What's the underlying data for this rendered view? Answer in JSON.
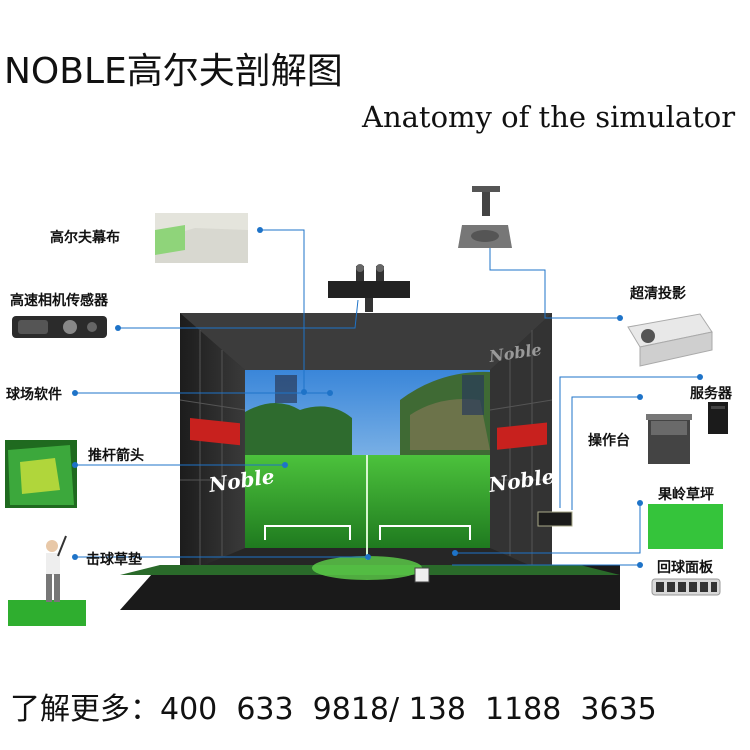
{
  "header": {
    "title": "NOBLE高尔夫剖解图",
    "subtitle": "Anatomy of the simulator"
  },
  "components": {
    "screen": "高尔夫幕布",
    "camera": "高速相机传感器",
    "software": "球场软件",
    "putting_arrow": "推杆箭头",
    "hitting_mat": "击球草垫",
    "projector": "超清投影",
    "server": "服务器",
    "console": "操作台",
    "fairway": "果岭草坪",
    "return_panel": "回球面板"
  },
  "brand": {
    "wall_logo_text": "Noble"
  },
  "footer": {
    "contact": "了解更多：400  633  9818/ 138  1188  3635"
  },
  "colors": {
    "leader": "#1e73c8",
    "dot": "#1e73c8",
    "enclosure": "#2b2b2b",
    "grass": "#2fae2f",
    "accent_red": "#c8211e"
  },
  "icons": {
    "screen": "screen-thumbnail-icon",
    "camera": "camera-sensor-icon",
    "projector": "projector-icon",
    "server": "server-icon",
    "console": "console-icon",
    "fairway": "grass-swatch-icon",
    "return_panel": "button-panel-icon",
    "golfer": "golfer-icon"
  }
}
